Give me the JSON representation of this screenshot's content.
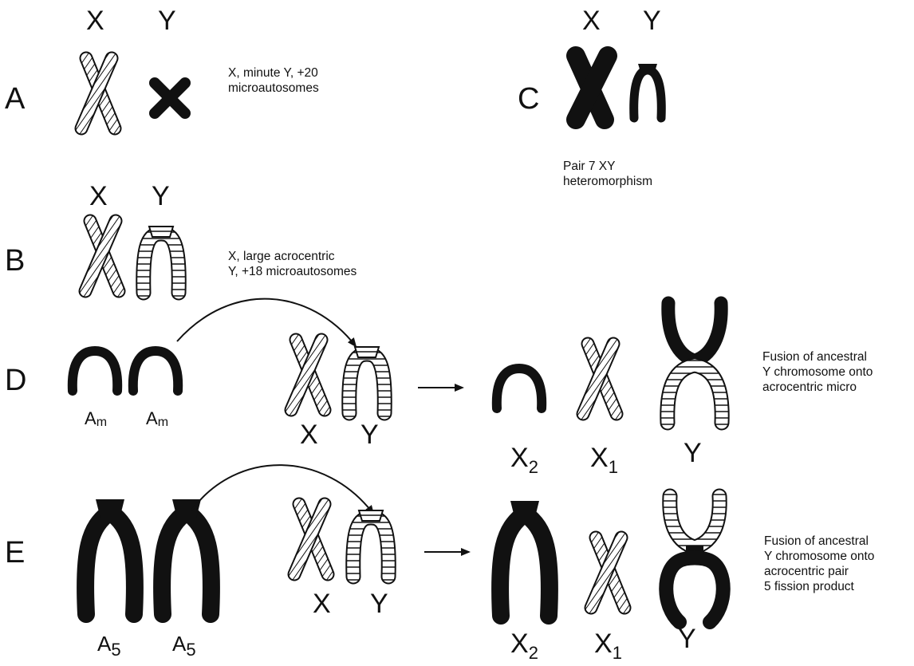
{
  "row_labels": {
    "a": "A",
    "b": "B",
    "c": "C",
    "d": "D",
    "e": "E"
  },
  "panel_a": {
    "x": "X",
    "y": "Y",
    "note": [
      "X, minute Y, +20",
      "microautosomes"
    ]
  },
  "panel_b": {
    "x": "X",
    "y": "Y",
    "note": [
      "X, large acrocentric",
      "Y, +18 microautosomes"
    ]
  },
  "panel_c": {
    "x": "X",
    "y": "Y",
    "note": [
      "Pair 7 XY",
      "heteromorphism"
    ]
  },
  "panel_d": {
    "am1": {
      "base": "A",
      "sub": "m"
    },
    "am2": {
      "base": "A",
      "sub": "m"
    },
    "x": "X",
    "y": "Y",
    "x2": {
      "base": "X",
      "sub": "2"
    },
    "x1": {
      "base": "X",
      "sub": "1"
    },
    "y_result": "Y",
    "note": [
      "Fusion of ancestral",
      "Y chromosome onto",
      "acrocentric micro"
    ]
  },
  "panel_e": {
    "a5_1": {
      "base": "A",
      "sub": "5"
    },
    "a5_2": {
      "base": "A",
      "sub": "5"
    },
    "x": "X",
    "y": "Y",
    "x2": {
      "base": "X",
      "sub": "2"
    },
    "x1": {
      "base": "X",
      "sub": "1"
    },
    "y_result": "Y",
    "note": [
      "Fusion of ancestral",
      "Y chromosome onto",
      "acrocentric pair",
      "5 fission product"
    ]
  },
  "colors": {
    "ink": "#111111",
    "paper": "#ffffff"
  }
}
